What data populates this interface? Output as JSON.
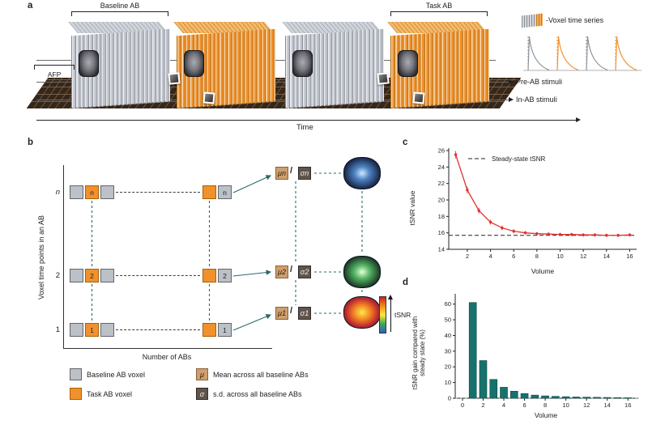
{
  "figure": {
    "panel_a": {
      "label": "a",
      "baseline_bracket": "Baseline AB",
      "task_bracket": "Task AB",
      "afp_label": "AFP",
      "blocks": [
        "baseline",
        "task",
        "baseline",
        "task"
      ],
      "voxel_series_label": "-Voxel time series",
      "pre_ab_label": "Pre-AB stimuli",
      "in_ab_label": "In-AB stimuli",
      "time_label": "Time"
    },
    "panel_b": {
      "label": "b",
      "y_axis_label": "Voxel time points in an AB",
      "x_axis_label": "Number of ABs",
      "ratio_separator": "/",
      "tsnr_arrow_label": "tSNR",
      "rows": [
        {
          "time_point": "n",
          "mu": "μn",
          "sigma": "σn"
        },
        {
          "time_point": "2",
          "mu": "μ2",
          "sigma": "σ2"
        },
        {
          "time_point": "1",
          "mu": "μ1",
          "sigma": "σ1"
        }
      ],
      "legend": [
        {
          "type": "baseline",
          "label": "Baseline AB voxel"
        },
        {
          "type": "task",
          "label": "Task AB voxel"
        },
        {
          "type": "mu",
          "symbol": "μ",
          "label": "Mean across all baseline ABs"
        },
        {
          "type": "sigma",
          "symbol": "σ",
          "label": "s.d. across all baseline ABs"
        }
      ]
    },
    "panel_c": {
      "label": "c",
      "y_axis_label": "tSNR value",
      "x_axis_label": "Volume",
      "legend_label": "Steady-state tSNR"
    },
    "panel_d": {
      "label": "d",
      "y_axis_label_line1": "tSNR gain compared with",
      "y_axis_label_line2": "steady state (%)",
      "x_axis_label": "Volume"
    }
  },
  "chart_data": [
    {
      "type": "line",
      "panel": "c",
      "xlabel": "Volume",
      "ylabel": "tSNR value",
      "x": [
        1,
        2,
        3,
        4,
        5,
        6,
        7,
        8,
        9,
        10,
        11,
        12,
        13,
        14,
        15,
        16
      ],
      "values": [
        25.5,
        21.2,
        18.7,
        17.3,
        16.6,
        16.2,
        16.0,
        15.9,
        15.85,
        15.8,
        15.8,
        15.75,
        15.75,
        15.7,
        15.7,
        15.75
      ],
      "errors": [
        0.45,
        0.4,
        0.35,
        0.3,
        0.28,
        0.25,
        0.22,
        0.2,
        0.2,
        0.2,
        0.2,
        0.2,
        0.2,
        0.2,
        0.2,
        0.2
      ],
      "steady_state": 15.7,
      "xlim": [
        0.4,
        16.6
      ],
      "ylim": [
        14,
        26
      ],
      "xticks": [
        2,
        4,
        6,
        8,
        10,
        12,
        14,
        16
      ],
      "yticks": [
        14,
        16,
        18,
        20,
        22,
        24,
        26
      ],
      "line_color": "#e0312e",
      "legend": [
        {
          "label": "Steady-state tSNR",
          "style": "dashed"
        }
      ]
    },
    {
      "type": "bar",
      "panel": "d",
      "xlabel": "Volume",
      "ylabel": "tSNR gain compared with steady state (%)",
      "x": [
        1,
        2,
        3,
        4,
        5,
        6,
        7,
        8,
        9,
        10,
        11,
        12,
        13,
        14,
        15,
        16
      ],
      "values": [
        61,
        24,
        12,
        7,
        4.5,
        3,
        2,
        1.5,
        1.2,
        1,
        0.8,
        0.7,
        0.6,
        0.5,
        0.4,
        0.3
      ],
      "xlim": [
        -0.7,
        17
      ],
      "ylim": [
        0,
        65
      ],
      "xticks": [
        0,
        2,
        4,
        6,
        8,
        10,
        12,
        14,
        16
      ],
      "yticks": [
        0,
        10,
        20,
        30,
        40,
        50,
        60
      ],
      "bar_color": "#17726d"
    }
  ],
  "colors": {
    "baseline_gray": "#bcc0c7",
    "task_orange": "#f0912c",
    "teal_connector": "#2b6a66",
    "bar_teal": "#17726d",
    "line_red": "#e0312e",
    "mu_tan": "#cf9e6e",
    "sigma_brown": "#5f554c"
  }
}
